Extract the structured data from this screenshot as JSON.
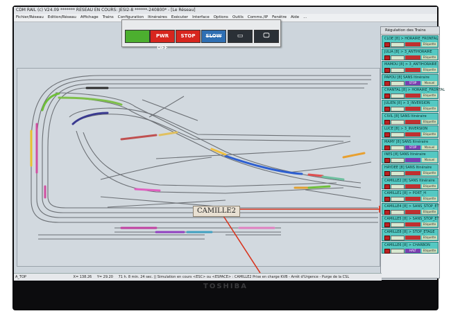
{
  "window": {
    "title": "CDM RAIL (c) V24.09   ******* RESEAU EN COURS: JESI2-8 ******-240800* - [Le Réseau]"
  },
  "menu": [
    "Fichier/Réseau",
    "Edition/Réseau",
    "Affichage",
    "Trains",
    "Configuration",
    "Itinéraires",
    "Exécuter",
    "Interface",
    "Options",
    "Outils",
    "Comms./IP",
    "Fenêtre",
    "Aide",
    "..."
  ],
  "toolbar": {
    "pwr_off": "PWR OFF",
    "stop": "STOP",
    "slow": "SLOW",
    "colors": {
      "green": "#4caf2f",
      "red": "#d7261e",
      "blue": "#2f6fb3"
    }
  },
  "canvas": {
    "callout_label": "CAMILLE2"
  },
  "status": {
    "left": "A_TOP",
    "x": "X= 138.26",
    "y": "Y= 29.20",
    "message": "71 h. 8 min. 24 sec. || Simulation en cours <ESC> ou <ESPACE> : CAMILLE2 Prise en charge KVB - Arrêt d'Urgence - Purge de la CSL"
  },
  "panel": {
    "title": "Régulation des Trains",
    "trains": [
      {
        "name": "CLOE [8] > HORAIRE_FRONTAL",
        "state": "",
        "tag": "Etiquette",
        "state_color": "#c03030"
      },
      {
        "name": "JULIA [8] > 3_ANTIHORAIRE",
        "state": "",
        "tag": "Etiquette",
        "state_color": "#c03030"
      },
      {
        "name": "MAMOU [8] > 3_ANTIHORAIRE",
        "state": "",
        "tag": "Etiquette",
        "state_color": "#c03030"
      },
      {
        "name": "PAPOU [8] SANS Itinéraire",
        "state": "STOP",
        "tag": "Manuel",
        "state_color": "#7a3fb0"
      },
      {
        "name": "CHANTAL [8] > HORAIRE_FRONTAL",
        "state": "",
        "tag": "Etiquette",
        "state_color": "#c03030"
      },
      {
        "name": "JULIEN [8] > 3_INVERSION",
        "state": "",
        "tag": "Etiquette",
        "state_color": "#c03030"
      },
      {
        "name": "CIVIL [8] SANS Itinéraire",
        "state": "",
        "tag": "Etiquette",
        "state_color": "#c03030"
      },
      {
        "name": "LUCE [8] > 3_INVERSION",
        "state": "",
        "tag": "Etiquette",
        "state_color": "#c03030"
      },
      {
        "name": "MAMY [8] SANS Itinéraire",
        "state": "STOP",
        "tag": "Manuel",
        "state_color": "#7a3fb0"
      },
      {
        "name": "INES [8] SANS Itinéraire",
        "state": "",
        "tag": "Manuel",
        "state_color": "#7a3fb0"
      },
      {
        "name": "HAYDEE [8] SANS Itinéraire",
        "state": "",
        "tag": "Etiquette",
        "state_color": "#c03030"
      },
      {
        "name": "CAMILLE2 [8] SANS Itinéraire",
        "state": "",
        "tag": "Etiquette",
        "state_color": "#c03030"
      },
      {
        "name": "CAMILLE1 [8] > PORT_H",
        "state": "",
        "tag": "Etiquette",
        "state_color": "#c03030"
      },
      {
        "name": "CAMILLE4 [8] > SANS_STOP_ET",
        "state": "",
        "tag": "Etiquette",
        "state_color": "#c03030"
      },
      {
        "name": "CAMILLE5 [8] > SANS_STOP_ET",
        "state": "",
        "tag": "Etiquette",
        "state_color": "#c03030"
      },
      {
        "name": "CAMILLE8 [8] > STOP_ETAGE",
        "state": "",
        "tag": "Etiquette",
        "state_color": "#c03030"
      },
      {
        "name": "CAMILLE6 [8] > CHARBON",
        "state": "HALT",
        "tag": "Etiquette",
        "state_color": "#7a3fb0"
      }
    ]
  },
  "monitor": {
    "brand": "TOSHIBA"
  }
}
